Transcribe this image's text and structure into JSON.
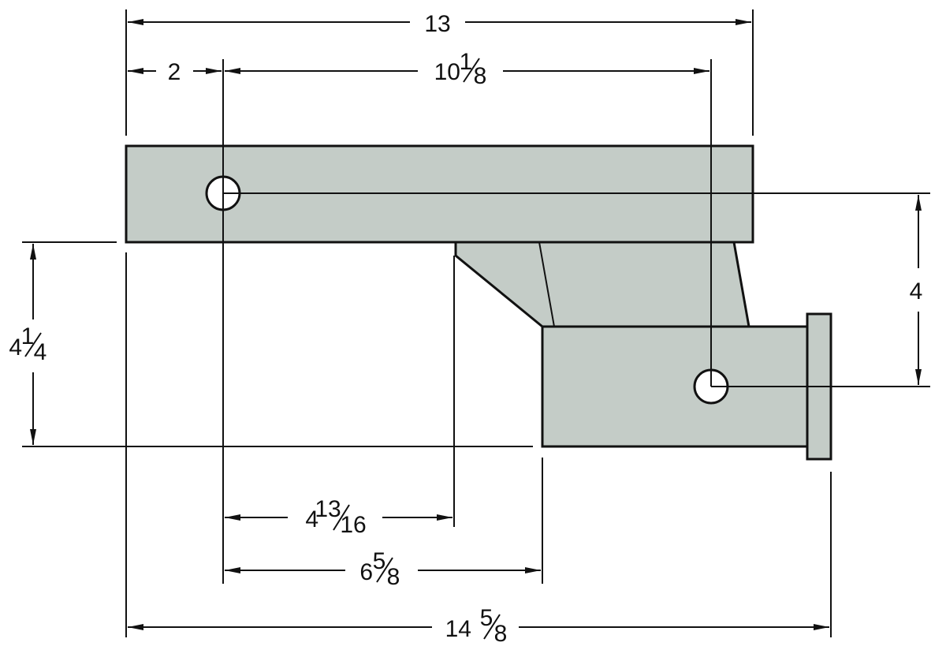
{
  "colors": {
    "part_fill": "#c4ccc7",
    "line": "#111111",
    "background": "#ffffff"
  },
  "dimensions": {
    "overall_top": {
      "whole": "13",
      "num": "",
      "den": ""
    },
    "hole_offset": {
      "whole": "2",
      "num": "",
      "den": ""
    },
    "hole_to_hole_h": {
      "whole": "10",
      "num": "1",
      "den": "8"
    },
    "vertical_drop": {
      "whole": "4",
      "num": "1",
      "den": "4"
    },
    "hole_to_hole_v": {
      "whole": "4",
      "num": "",
      "den": ""
    },
    "hole_to_gusset": {
      "whole": "4",
      "num": "13",
      "den": "16"
    },
    "hole_to_receiver": {
      "whole": "6",
      "num": "5",
      "den": "8"
    },
    "overall_bottom": {
      "whole": "14",
      "num": "5",
      "den": "8"
    }
  }
}
